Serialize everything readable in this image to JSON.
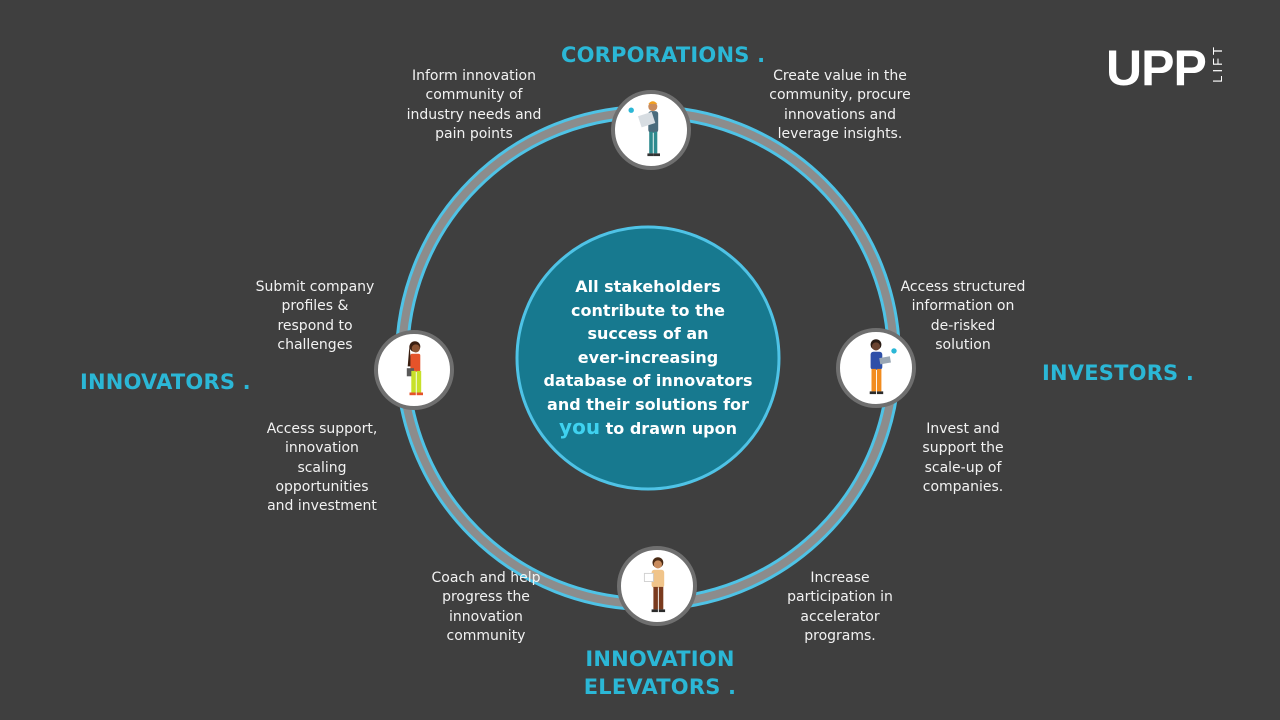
{
  "center": {
    "lines": [
      "All stakeholders",
      "contribute to the",
      "success of an",
      "ever-increasing",
      "database of innovators",
      "and their solutions for"
    ],
    "highlight": "you",
    "last_line_rest": " to drawn upon"
  },
  "logo": {
    "main": "UPP",
    "side": "LIFT"
  },
  "stakeholders": {
    "corporations": {
      "heading": "CORPORATIONS .",
      "left_desc": [
        "Inform innovation",
        "community of",
        "industry needs and",
        "pain points"
      ],
      "right_desc": [
        "Create value in the",
        "community, procure",
        "innovations and",
        "leverage insights."
      ]
    },
    "investors": {
      "heading": "INVESTORS .",
      "top_desc": [
        "Access structured",
        "information on",
        "de-risked",
        "solution"
      ],
      "bottom_desc": [
        "Invest and",
        "support the",
        "scale-up of",
        "companies."
      ]
    },
    "innovators": {
      "heading": "INNOVATORS .",
      "top_desc": [
        "Submit company",
        "profiles &",
        "respond to",
        "challenges"
      ],
      "bottom_desc": [
        "Access support,",
        "innovation",
        "scaling",
        "opportunities",
        "and investment"
      ]
    },
    "innovation_elevators": {
      "heading_lines": [
        "INNOVATION",
        "ELEVATORS ."
      ],
      "left_desc": [
        "Coach and help",
        "progress the",
        "innovation",
        "community"
      ],
      "right_desc": [
        "Increase",
        "participation in",
        "accelerator",
        "programs."
      ]
    }
  },
  "colors": {
    "background": "#3f3f3f",
    "accent": "#2bb7d6",
    "ring_outer": "#4fc3e6",
    "ring_inner": "#8c8c8c",
    "center_fill": "#17798f"
  },
  "icons": [
    "person-with-tablet-icon",
    "person-with-laptop-icon",
    "person-with-book-icon",
    "person-with-papers-icon"
  ]
}
